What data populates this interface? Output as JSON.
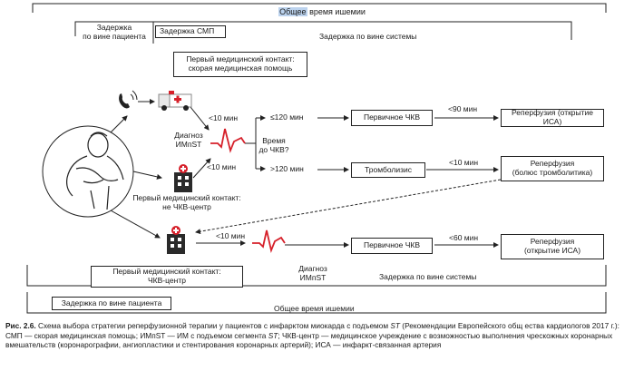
{
  "top": {
    "total_time_prefix": "",
    "total_time_highlight": "Общее",
    "total_time_rest": " время ишемии",
    "patient_delay": "Задержка\nпо вине пациента",
    "ems_delay": "Задержка СМП",
    "system_delay": "Задержка по вине системы"
  },
  "first_contact_ems": "Первый медицинский контакт:\nскорая медицинская помощь",
  "first_contact_non_pci": "Первый медицинский контакт:\nне ЧКВ-центр",
  "first_contact_pci": "Первый медицинский контакт:\nЧКВ-центр",
  "diagnosis_1": "Диагноз\nИМпST",
  "diagnosis_2": "Диагноз\nИМпST",
  "time_question": "Время\nдо ЧКВ?",
  "t_lt10_a": "<10 мин",
  "t_lt10_b": "<10 мин",
  "t_lt10_c": "<10 мин",
  "t_lt10_d": "<10 мин",
  "t_le120": "≤120 мин",
  "t_gt120": ">120 мин",
  "t_lt90": "<90 мин",
  "t_lt60": "<60 мин",
  "boxes": {
    "primary_pci_1": "Первичное ЧКВ",
    "reperfusion_1": "Реперфузия (открытие ИСА)",
    "thrombolysis": "Тромболизис",
    "reperfusion_2": "Реперфузия\n(болюс тромболитика)",
    "primary_pci_2": "Первичное ЧКВ",
    "reperfusion_3": "Реперфузия\n(открытие ИСА)"
  },
  "bottom": {
    "system_delay": "Задержка по вине системы",
    "patient_delay": "Задержка по вине пациента",
    "total_time": "Общее время ишемии"
  },
  "caption": {
    "label": "Рис. 2.6.",
    "text_1": " Схема выбора стратегии реперфузионной терапии у пациентов с инфарктом миокарда с подъемом ",
    "st_1": "ST",
    "text_2": " (Рекомендации Европейского общ ества кардиологов 2017 г.): СМП — скорая медицинская помощь; ИМпST — ИМ с подъемом сегмента ",
    "st_2": "ST",
    "text_3": "; ЧКВ-центр — медицинское учреждение с возможностью выполнения чрескожных коронарных вмешательств (коронарографии, ангиопластики и стентирования коронарных артерий); ИСА — инфаркт-связанная артерия"
  },
  "icons": [
    "phone-icon",
    "ambulance-icon",
    "hospital-icon",
    "ecg-icon",
    "patient-icon"
  ],
  "colors": {
    "ecg": "#d6202a",
    "ambulance_red": "#d6202a",
    "highlight": "#bcd3ee",
    "line": "#222222"
  }
}
